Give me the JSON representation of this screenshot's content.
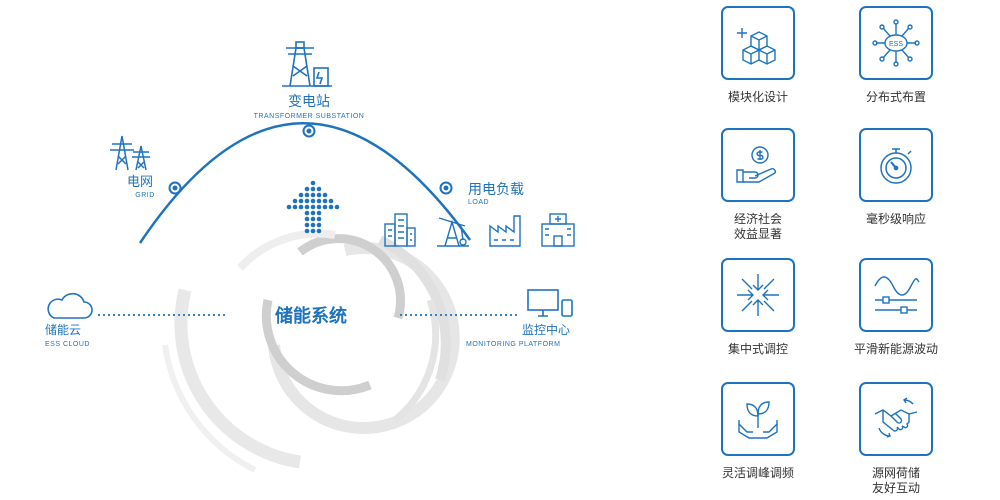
{
  "diagram": {
    "center_label": "储能系统",
    "nodes": {
      "substation": {
        "zh": "变电站",
        "en": "TRANSFORMER SUBSTATION"
      },
      "grid": {
        "zh": "电网",
        "en": "GRID"
      },
      "load": {
        "zh": "用电负载",
        "en": "LOAD"
      },
      "cloud": {
        "zh": "储能云",
        "en": "ESS CLOUD"
      },
      "monitor": {
        "zh": "监控中心",
        "en": "MONITORING PLATFORM"
      }
    },
    "icons": {
      "substation": "substation-tower-icon",
      "grid": "power-pylon-icon",
      "load_buildings": [
        "city-buildings-icon",
        "oil-pump-icon",
        "factory-icon",
        "hospital-icon"
      ],
      "cloud": "cloud-icon",
      "monitor": "monitor-phone-icon",
      "arrow": "dotted-up-arrow-icon"
    }
  },
  "features": [
    {
      "line1": "模块化设计",
      "line2": "",
      "icon": "modular-cubes-icon"
    },
    {
      "line1": "分布式布置",
      "line2": "",
      "icon": "distributed-ess-icon"
    },
    {
      "line1": "经济社会",
      "line2": "效益显著",
      "icon": "money-hand-icon"
    },
    {
      "line1": "毫秒级响应",
      "line2": "",
      "icon": "stopwatch-icon"
    },
    {
      "line1": "集中式调控",
      "line2": "",
      "icon": "centralized-arrows-icon"
    },
    {
      "line1": "平滑新能源波动",
      "line2": "",
      "icon": "wave-slider-icon"
    },
    {
      "line1": "灵活调峰调频",
      "line2": "",
      "icon": "plant-hands-icon"
    },
    {
      "line1": "源网荷储",
      "line2": "友好互动",
      "icon": "handshake-icon"
    }
  ],
  "ess_badge": "ESS",
  "colors": {
    "primary": "#1e73be",
    "ring": "#e3e3e3",
    "ring_mid": "#d2d2d2",
    "text": "#333333"
  }
}
